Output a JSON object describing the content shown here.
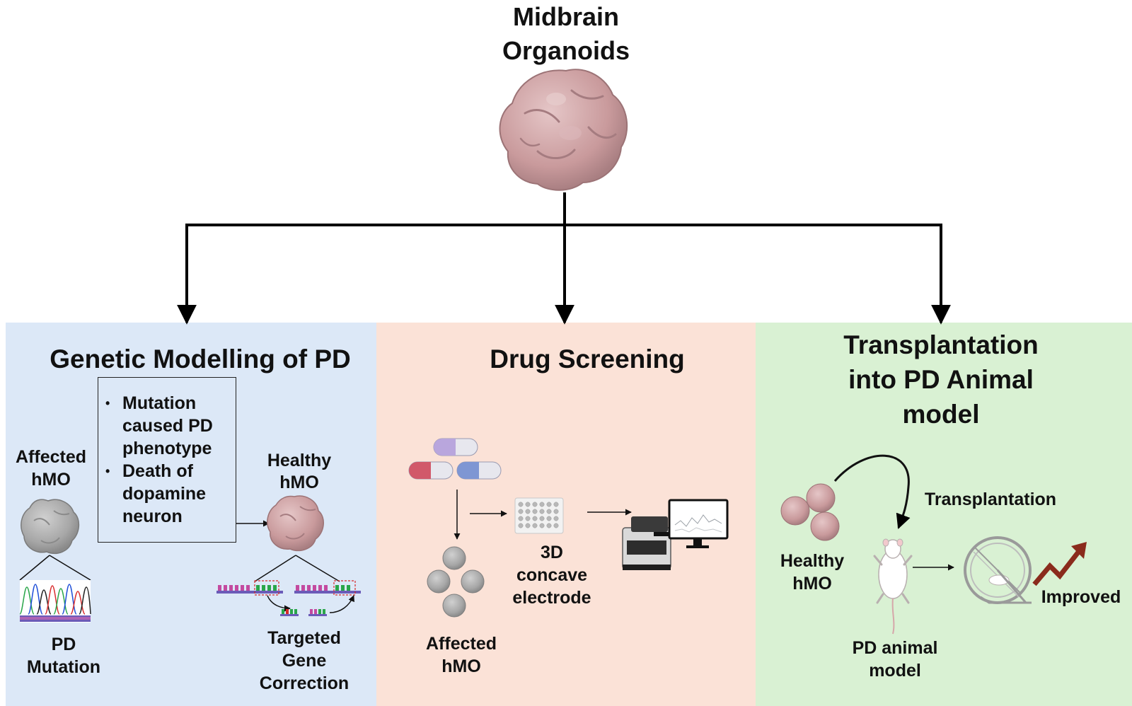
{
  "top": {
    "title": "Midbrain\nOrganoids"
  },
  "panels": {
    "genetic": {
      "title": "Genetic Modelling of PD",
      "bullets": [
        "Mutation caused PD phenotype",
        "Death of dopamine neuron"
      ],
      "affected_label": "Affected\nhMO",
      "mutation_label": "PD\nMutation",
      "healthy_label": "Healthy\nhMO",
      "correction_label": "Targeted\nGene\nCorrection"
    },
    "drug": {
      "title": "Drug Screening",
      "affected_label": "Affected\nhMO",
      "electrode_label": "3D\nconcave\nelectrode"
    },
    "transplant": {
      "title": "Transplantation\ninto PD Animal\nmodel",
      "healthy_label": "Healthy\nhMO",
      "transplantation_label": "Transplantation",
      "animal_label": "PD animal\nmodel",
      "improved_label": "Improved"
    }
  },
  "colors": {
    "panel_genetic": "#dce8f7",
    "panel_drug": "#fbe2d7",
    "panel_transplant": "#d9f1d3",
    "organoid_pink": "#c99a9c",
    "organoid_gray": "#a7a7a7",
    "arrow_red": "#8a2b1c",
    "capsule_purple": "#b9a6dd",
    "capsule_red": "#d1596a",
    "capsule_blue": "#7e96d3"
  }
}
